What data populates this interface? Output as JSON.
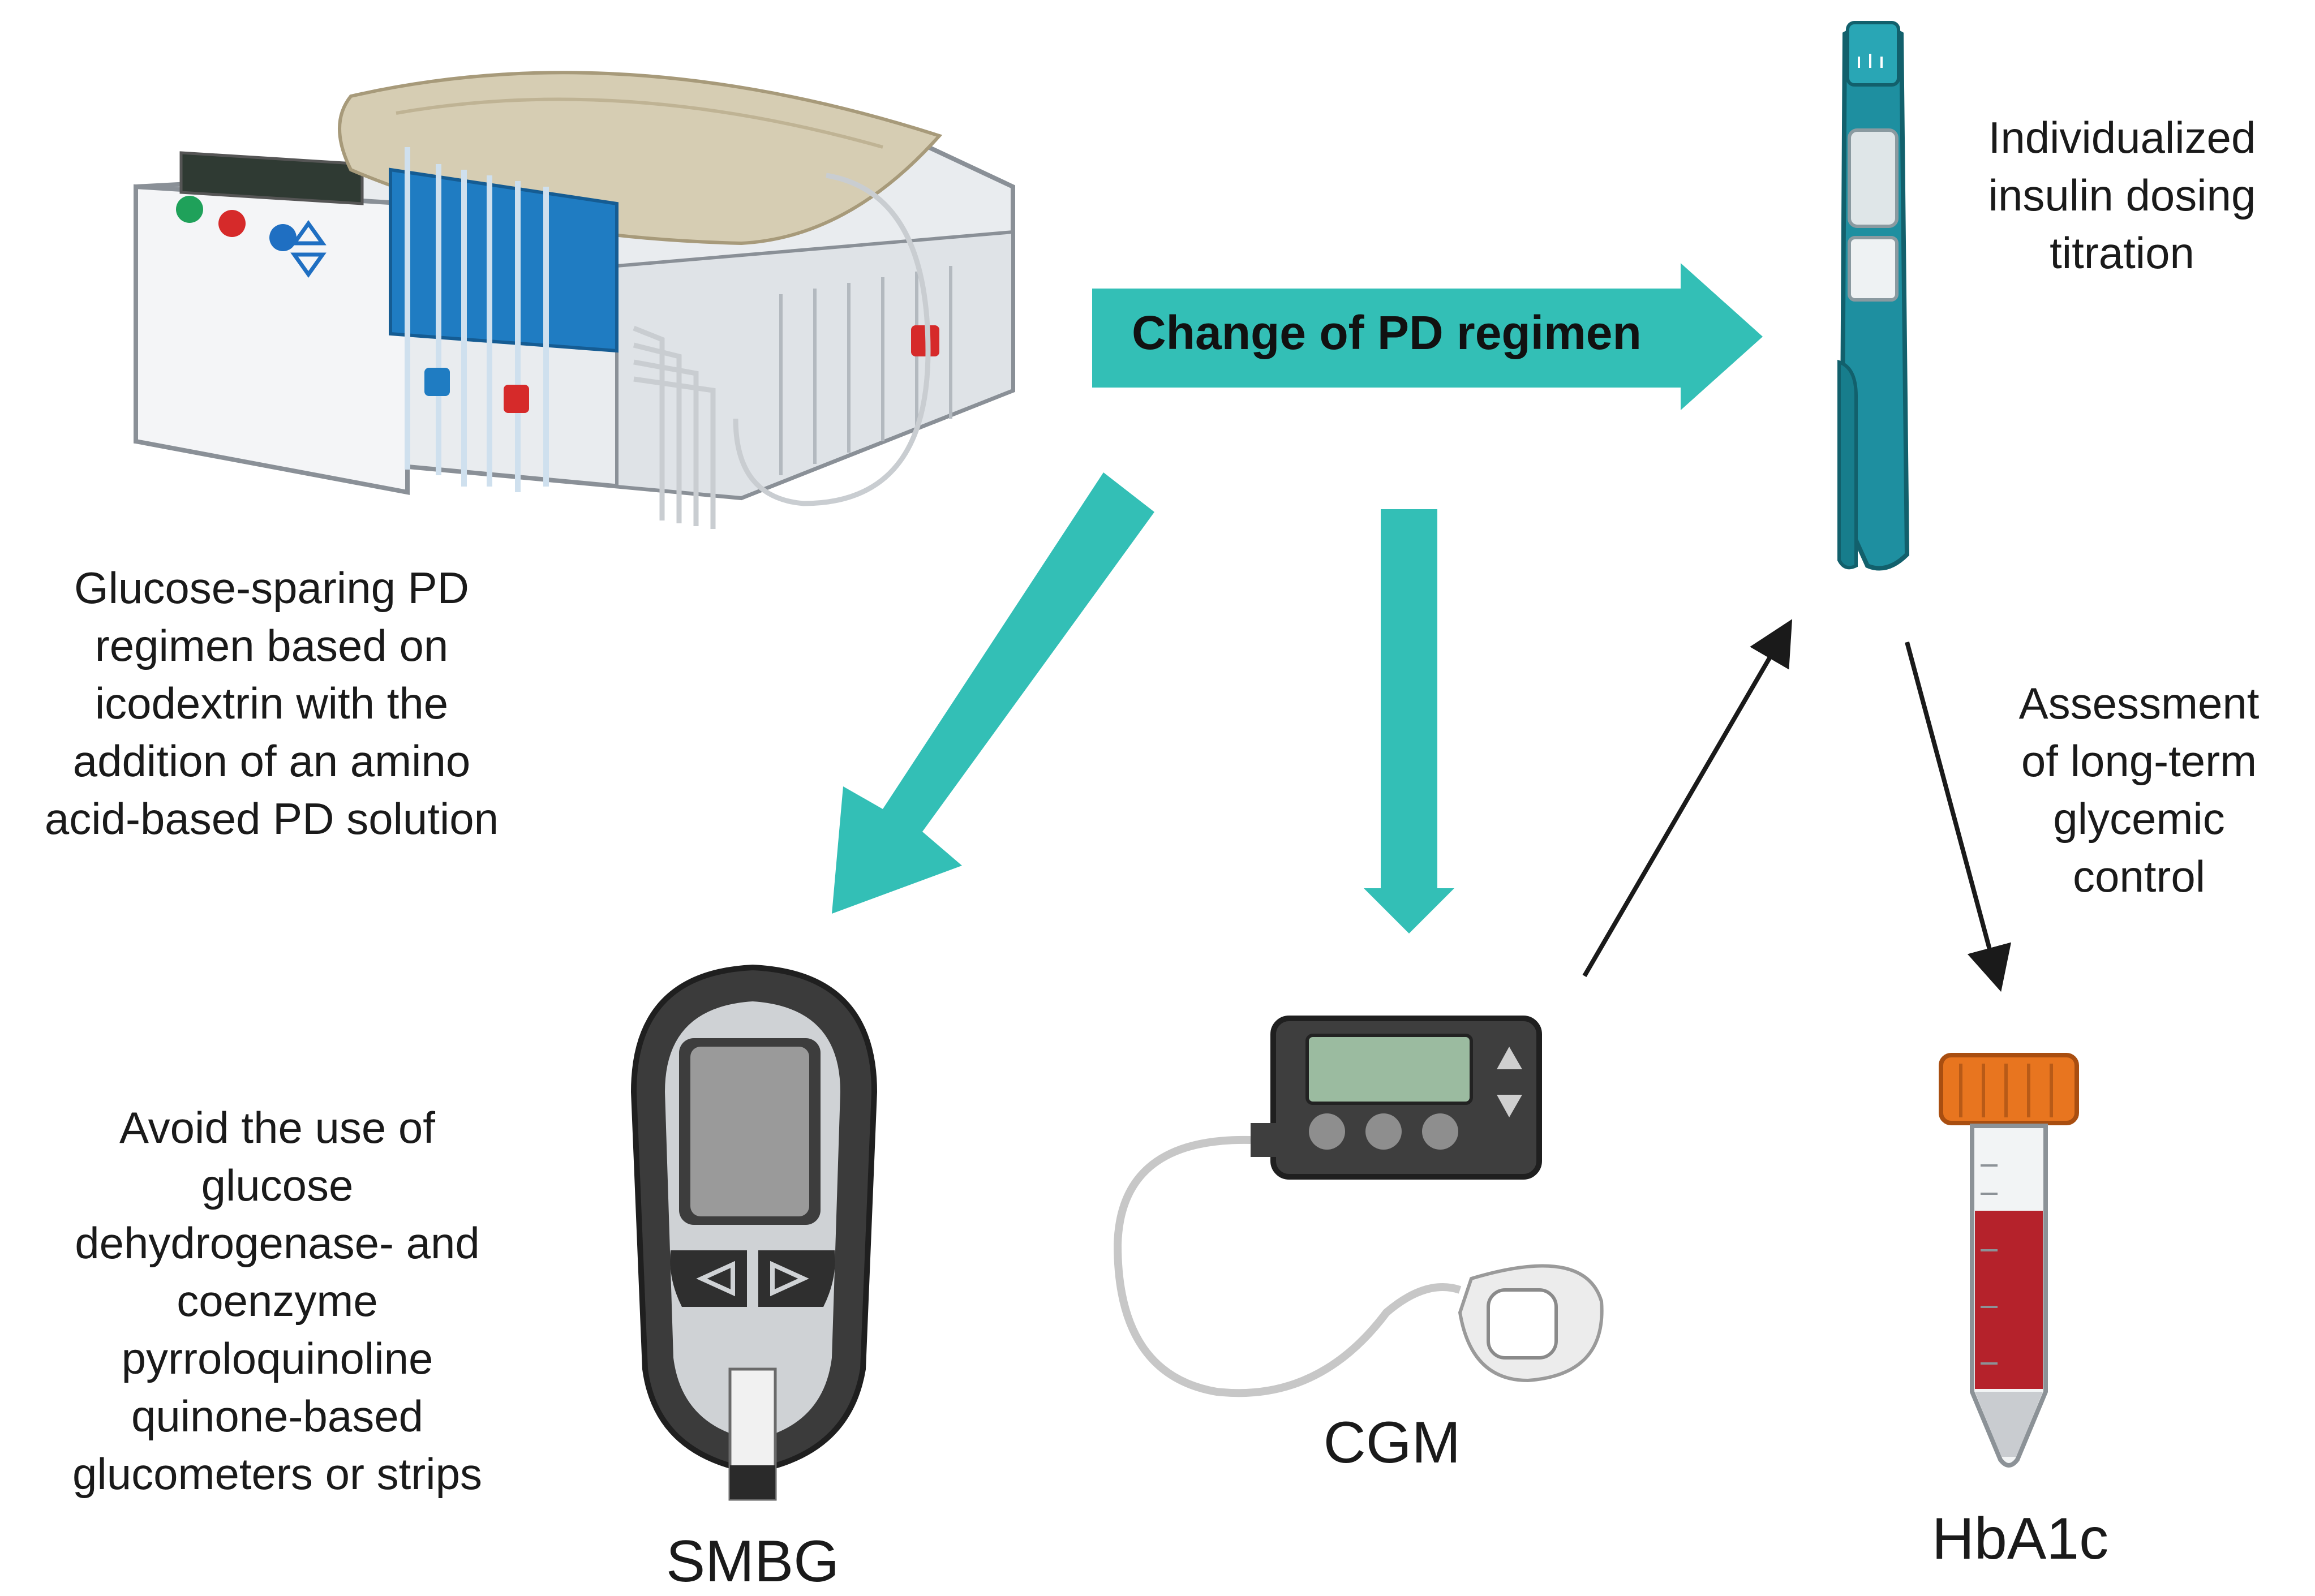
{
  "colors": {
    "teal_arrow": "#33bfb6",
    "dark_arrow": "#1a1a1a",
    "pen_body": "#1e8fa0",
    "tube_cap": "#e8751f",
    "tube_fill": "#b5222b",
    "cycler_body": "#e9ecef",
    "cycler_clamp": "#1f7cc2",
    "glucometer_body": "#3b3b3b",
    "pump_screen": "#9bbba0"
  },
  "icons": [
    "pd-cycler-icon",
    "insulin-pen-icon",
    "glucometer-icon",
    "insulin-pump-cgm-icon",
    "blood-sample-tube-icon"
  ],
  "arrow_label": "Change of PD regimen",
  "texts": {
    "pd_regimen": "Glucose-sparing PD\nregimen based on\nicodextrin with the\naddition of an amino\nacid-based PD solution",
    "avoid": "Avoid the use of\nglucose\ndehydrogenase- and\ncoenzyme\npyrroloquinoline\nquinone-based\nglucometers or strips",
    "insulin": "Individualized\ninsulin dosing\ntitration",
    "assessment": "Assessment\nof long-term\nglycemic\ncontrol"
  },
  "labels": {
    "smbg": "SMBG",
    "cgm": "CGM",
    "hba1c": "HbA1c"
  }
}
